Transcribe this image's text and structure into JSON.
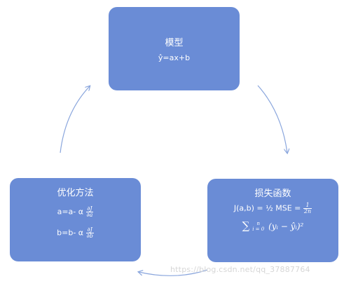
{
  "diagram": {
    "model": {
      "title": "模型",
      "formula": "ŷ=ax+b"
    },
    "loss": {
      "title": "损失函数",
      "prefix": "J(a,b) = ½ MSE =",
      "frac_num": "1",
      "frac_den": "2n",
      "sigma": "∑",
      "sum_upper": "n",
      "sum_lower": "i = 0",
      "body": "(yᵢ − ŷᵢ)²"
    },
    "optimizer": {
      "title": "优化方法",
      "rule_a": "a=a- α",
      "rule_a_num": "∂J",
      "rule_a_den": "∂a",
      "rule_b": "b=b- α",
      "rule_b_num": "∂J",
      "rule_b_den": "∂b"
    },
    "colors": {
      "node_fill": "#6a8cd6",
      "arrow": "#8aa6dd",
      "text": "#ffffff"
    }
  },
  "watermark": "https://blog.csdn.net/qq_37887764"
}
